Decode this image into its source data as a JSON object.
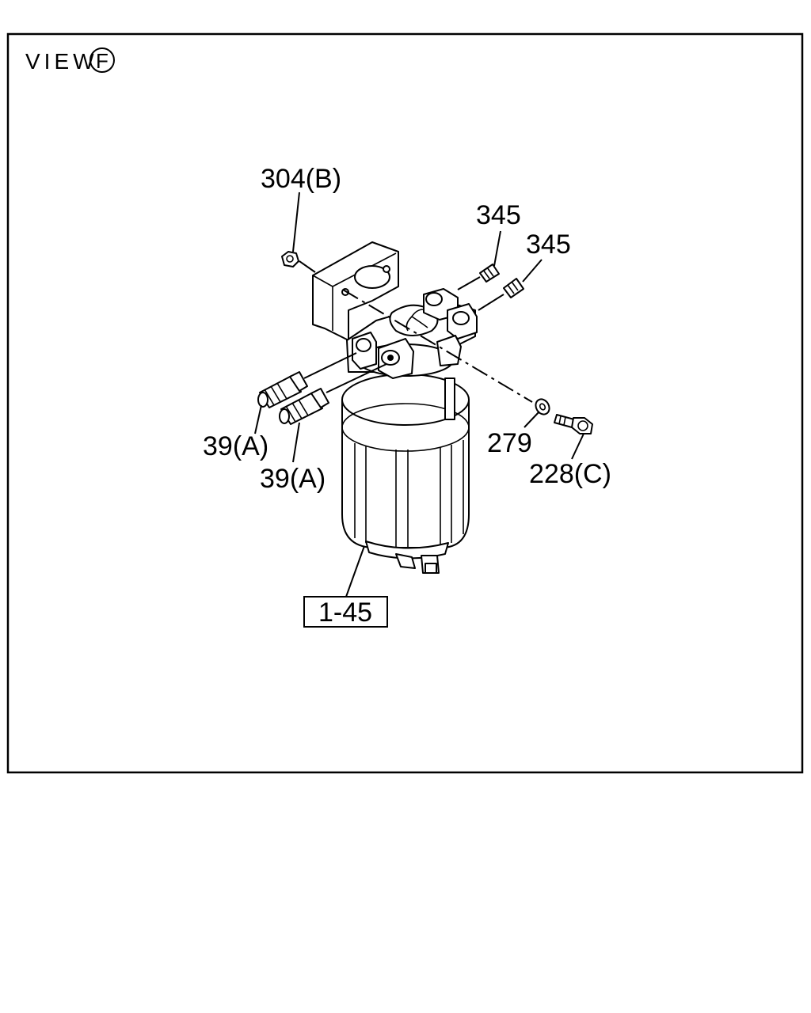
{
  "view": {
    "title": "VIEW",
    "symbol": "F"
  },
  "callouts": {
    "nut": "304(B)",
    "plug_upper": "345",
    "plug_lower": "345",
    "fitting_left": "39(A)",
    "fitting_right": "39(A)",
    "washer": "279",
    "bolt": "228(C)"
  },
  "assembly": {
    "label": "1-45"
  }
}
